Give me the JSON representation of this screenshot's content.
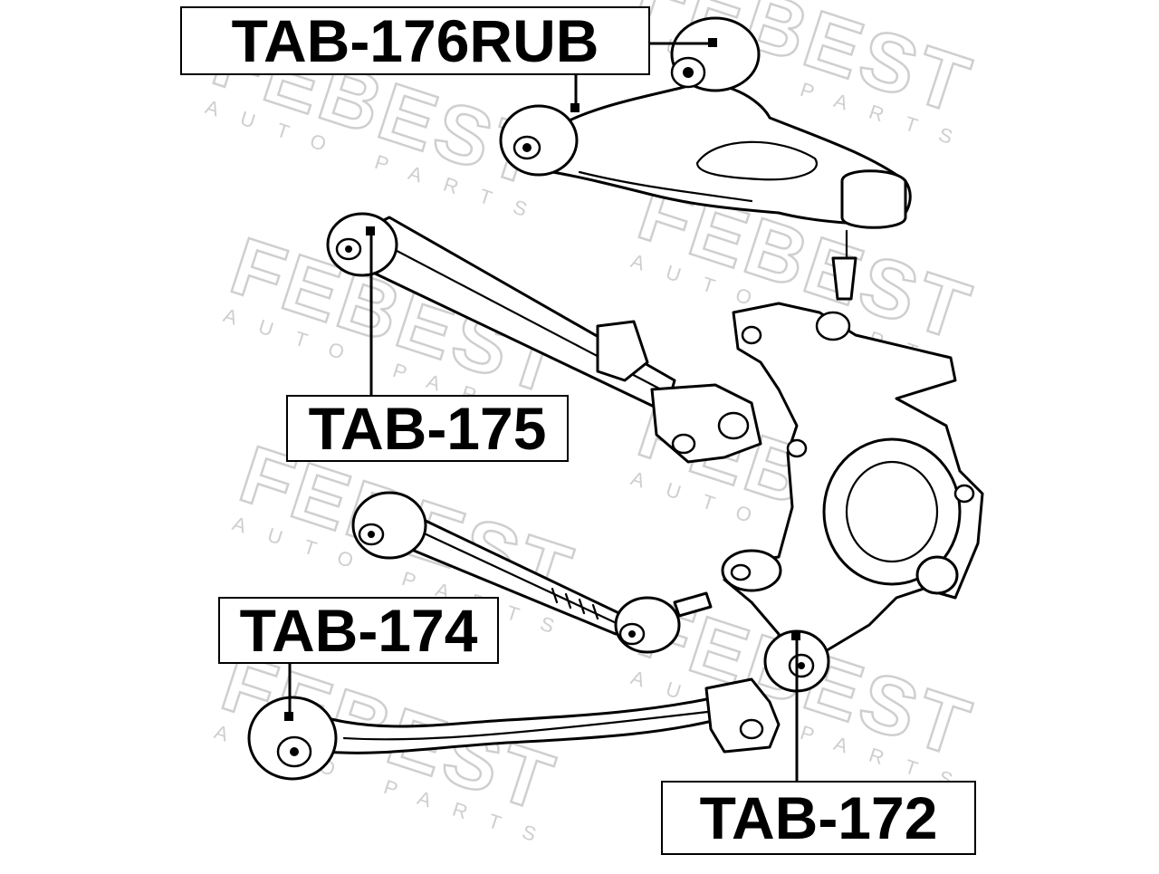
{
  "watermark": {
    "brand": "FEBEST",
    "tagline": "AUTO PARTS"
  },
  "parts": [
    {
      "id": "upper-arm",
      "label": "TAB-176RUB"
    },
    {
      "id": "lateral-link",
      "label": "TAB-175"
    },
    {
      "id": "toe-link",
      "label": "TAB-174"
    },
    {
      "id": "knuckle",
      "label": "TAB-172"
    }
  ],
  "colors": {
    "line": "#000000",
    "watermark": "#cfcfcf",
    "background": "#ffffff"
  }
}
